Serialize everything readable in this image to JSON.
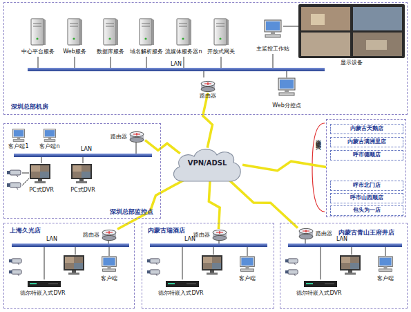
{
  "diagram": {
    "nodes": [
      {
        "text": [
          "深圳总部机房"
        ]
      },
      {
        "text": [
          "路由器"
        ],
        "in": 0
      },
      {
        "text": [
          "VPN/ADSL"
        ]
      },
      {
        "text": [
          "深圳总部监控点"
        ]
      },
      {
        "text": [
          "路由器"
        ],
        "in": 3
      },
      {
        "text": [
          "全国连锁店的接入"
        ]
      },
      {
        "text": [
          "内蒙古天鹅店"
        ],
        "in": 5
      },
      {
        "text": [
          "内蒙古满洲里店"
        ],
        "in": 5
      },
      {
        "text": [
          "呼市德顺店"
        ],
        "in": 5
      },
      {
        "text": [
          "呼市北门店"
        ],
        "in": 5
      },
      {
        "text": [
          "呼市山西顺店"
        ],
        "in": 5
      },
      {
        "text": [
          "包头为一店"
        ],
        "in": 5
      },
      {
        "text": [
          "上海久光店"
        ]
      },
      {
        "text": [
          "路由器"
        ],
        "in": 12
      },
      {
        "text": [
          "内蒙古瑞酒店"
        ]
      },
      {
        "text": [
          "路由器"
        ],
        "in": 14
      },
      {
        "text": [
          "内蒙古青山王府井店"
        ]
      },
      {
        "text": [
          "路由器"
        ],
        "in": 16
      }
    ],
    "edges": [
      {
        "from": 1,
        "to": 2,
        "arrow": "none"
      },
      {
        "from": 4,
        "to": 2,
        "arrow": "none"
      },
      {
        "from": 5,
        "to": 2,
        "arrow": "none"
      },
      {
        "from": 13,
        "to": 2,
        "arrow": "none"
      },
      {
        "from": 15,
        "to": 2,
        "arrow": "none"
      },
      {
        "from": 17,
        "to": 2,
        "arrow": "none"
      }
    ],
    "labels": [
      "中心平台服务",
      "Web服务",
      "数据库服务",
      "域名解析服务",
      "流媒体服务器n",
      "开放式网关",
      "主监控工作站",
      "显示设备",
      "LAN",
      "Web分控点",
      "客户端1",
      "客户端n",
      "LAN",
      "PC式DVR",
      "PC式DVR",
      "LAN",
      "德尔特嵌入式DVR",
      "客户端",
      "LAN",
      "德尔特嵌入式DVR",
      "客户端",
      "LAN",
      "德尔特嵌入式DVR",
      "客户端"
    ]
  }
}
